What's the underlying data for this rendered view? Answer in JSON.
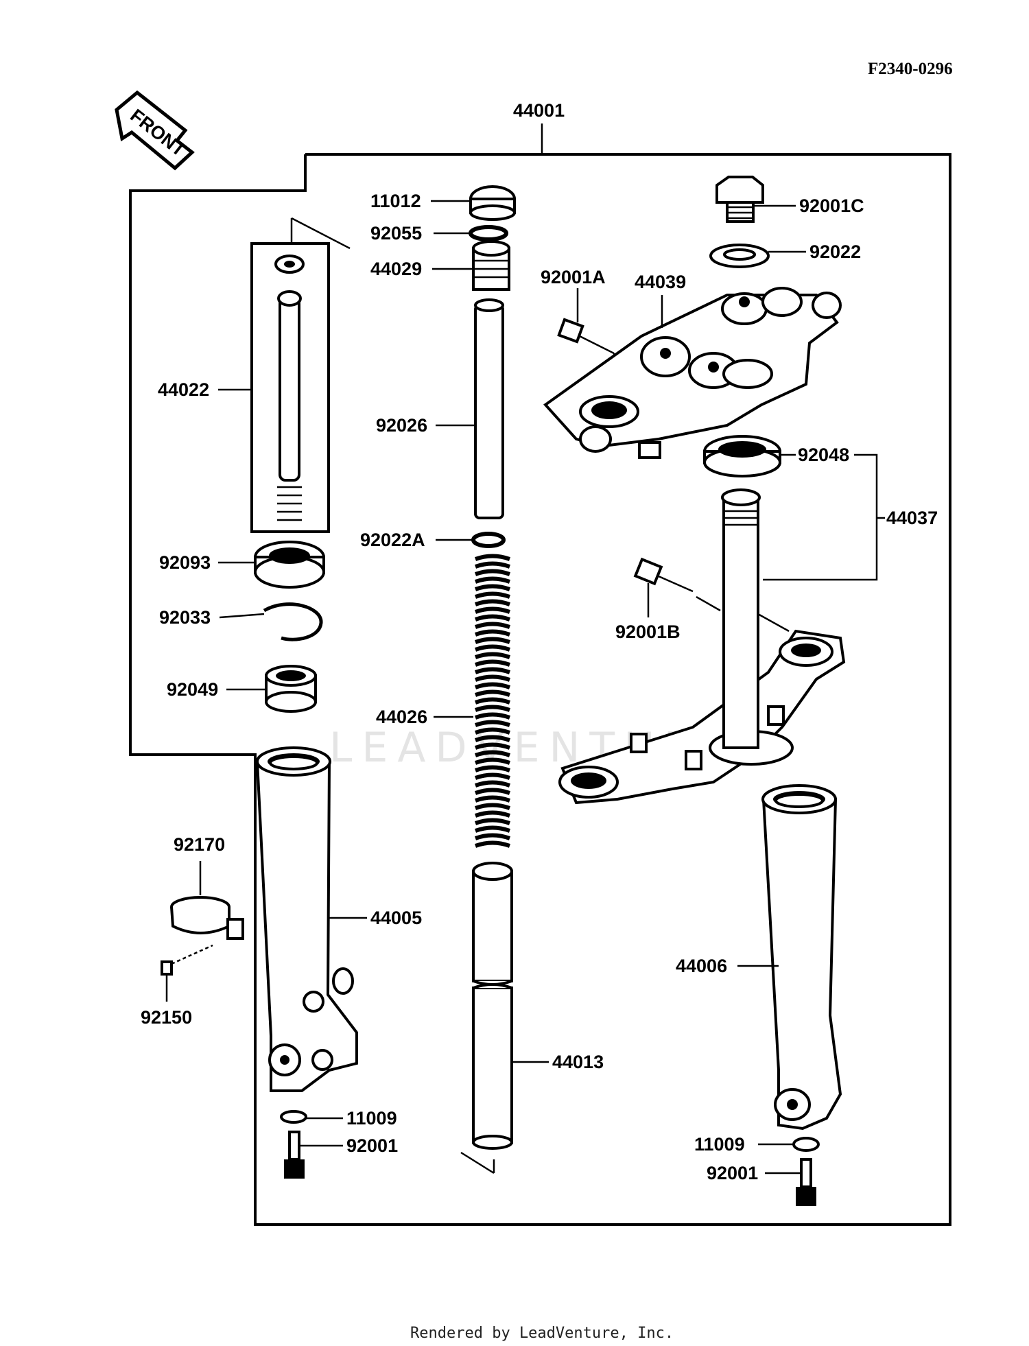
{
  "diagram": {
    "code": "F2340-0296",
    "front_label": "FRONT",
    "watermark": "LEADVENTURE",
    "footer": "Rendered by LeadVenture, Inc.",
    "parts": {
      "p44001": "44001",
      "p11012": "11012",
      "p92055": "92055",
      "p44029": "44029",
      "p92026": "92026",
      "p92022A": "92022A",
      "p44026": "44026",
      "p44013": "44013",
      "p44022": "44022",
      "p92093": "92093",
      "p92033": "92033",
      "p92049": "92049",
      "p92170": "92170",
      "p92150": "92150",
      "p44005": "44005",
      "p11009_left": "11009",
      "p92001_left": "92001",
      "p92001C": "92001C",
      "p92022": "92022",
      "p92001A": "92001A",
      "p44039": "44039",
      "p92048": "92048",
      "p44037": "44037",
      "p92001B": "92001B",
      "p44006": "44006",
      "p11009_right": "11009",
      "p92001_right": "92001"
    }
  }
}
